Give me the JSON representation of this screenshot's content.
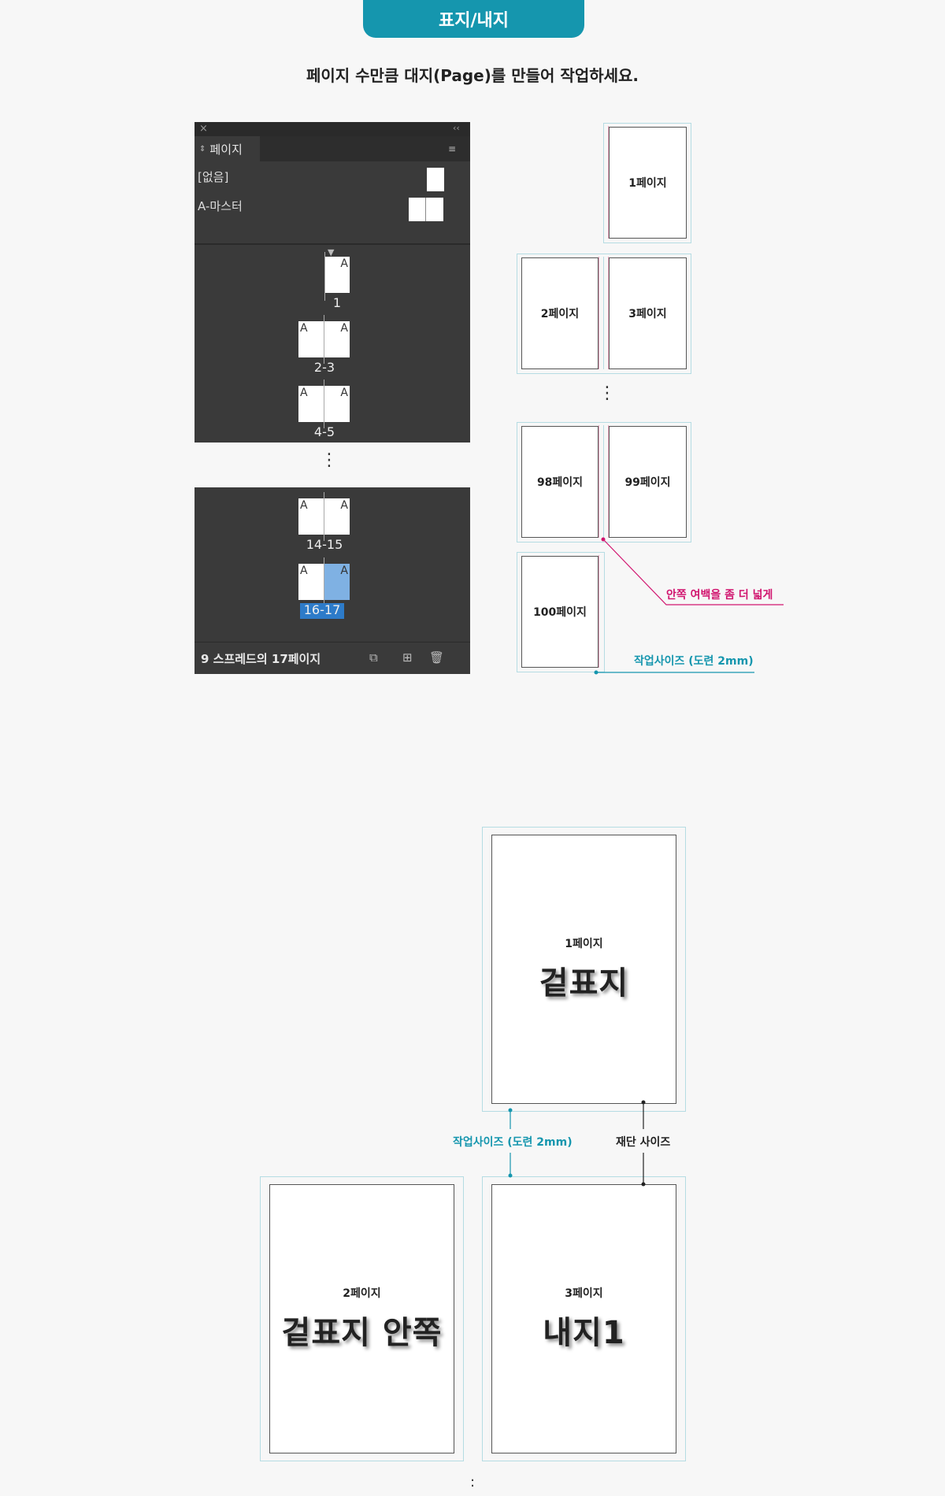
{
  "header": {
    "tab_label": "표지/내지"
  },
  "instruction": "페이지 수만큼 대지(Page)를 만들어 작업하세요.",
  "pages_panel": {
    "close_icon": "×",
    "collapse_icon": "‹‹",
    "tab_label": "페이지",
    "menu_icon": "≡",
    "masters": [
      {
        "label": "[없음]"
      },
      {
        "label": "A-마스터"
      }
    ],
    "spreads_top": [
      "1",
      "2-3",
      "4-5"
    ],
    "spreads_bottom": [
      "14-15",
      "16-17"
    ],
    "master_letter": "A",
    "footer_text": "9 스프레드의 17페이지",
    "ellipsis": "⋮"
  },
  "diagram_top": {
    "pages": [
      "1페이지",
      "2페이지",
      "3페이지",
      "98페이지",
      "99페이지",
      "100페이지"
    ],
    "ellipsis": "⋮",
    "note_inner_margin": "안쪽 여백을 좀 더 넓게",
    "note_work_size": "작업사이즈 (도련 2mm)"
  },
  "diagram_bottom": {
    "cover": {
      "page": "1페이지",
      "title": "겉표지"
    },
    "inner_cover": {
      "page": "2페이지",
      "title": "겉표지 안쪽"
    },
    "inner1": {
      "page": "3페이지",
      "title": "내지1"
    },
    "label_work_size": "작업사이즈 (도련 2mm)",
    "label_trim_size": "재단 사이즈",
    "ellipsis": ":"
  },
  "colors": {
    "accent": "#1596ae",
    "pink": "#d1156f",
    "panel_bg": "#3a3a3a",
    "selected_page": "#7fb1e3",
    "selected_label": "#2d7bc9"
  }
}
